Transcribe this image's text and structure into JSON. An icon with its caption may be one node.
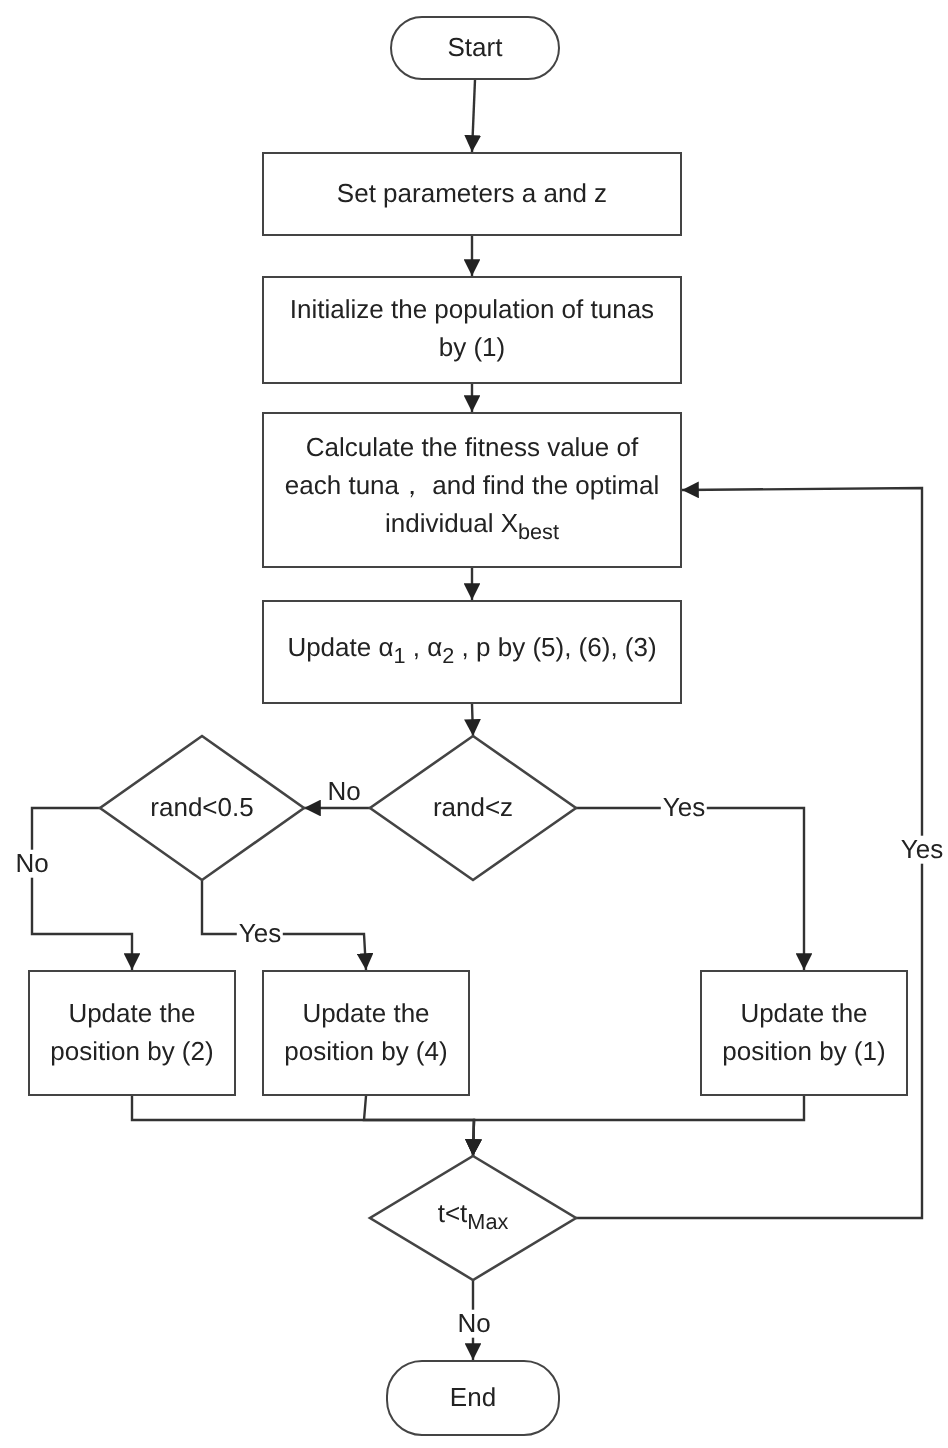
{
  "diagram": {
    "nodes": [
      {
        "text": [
          "Start"
        ]
      },
      {
        "text": [
          "Set parameters a and z"
        ]
      },
      {
        "text": [
          "Initialize the population of tunas by (1)"
        ]
      },
      {
        "text": [
          "Calculate the fitness value of each tuna， and find the optimal individual X$_{best}$"
        ]
      },
      {
        "text": [
          "Update α$_{1}$ , α$_{2}$ , p by (5), (6), (3)"
        ]
      },
      {
        "text": [
          "rand<0.5"
        ]
      },
      {
        "text": [
          "rand<z"
        ]
      },
      {
        "text": [
          "Update the position by (2)"
        ]
      },
      {
        "text": [
          "Update the position by (4)"
        ]
      },
      {
        "text": [
          "Update the position by (1)"
        ]
      },
      {
        "text": [
          "t<t$_{Max}$"
        ]
      },
      {
        "text": [
          "End"
        ]
      }
    ],
    "edges": [
      {
        "from": 0,
        "to": 1,
        "arrow": "to"
      },
      {
        "from": 1,
        "to": 2,
        "arrow": "to"
      },
      {
        "from": 2,
        "to": 3,
        "arrow": "to"
      },
      {
        "from": 3,
        "to": 4,
        "arrow": "to"
      },
      {
        "from": 4,
        "to": 6,
        "arrow": "to"
      },
      {
        "from": 6,
        "to": 5,
        "arrow": "to",
        "label": "No"
      },
      {
        "from": 6,
        "to": 9,
        "arrow": "to",
        "label": "Yes"
      },
      {
        "from": 5,
        "to": 7,
        "arrow": "to",
        "label": "No"
      },
      {
        "from": 5,
        "to": 8,
        "arrow": "to",
        "label": "Yes"
      },
      {
        "from": 7,
        "to": 10,
        "arrow": "to"
      },
      {
        "from": 8,
        "to": 10,
        "arrow": "to"
      },
      {
        "from": 9,
        "to": 10,
        "arrow": "to"
      },
      {
        "from": 10,
        "to": 11,
        "arrow": "to",
        "label": "No"
      },
      {
        "from": 10,
        "to": 3,
        "arrow": "to",
        "label": "Yes"
      }
    ]
  }
}
